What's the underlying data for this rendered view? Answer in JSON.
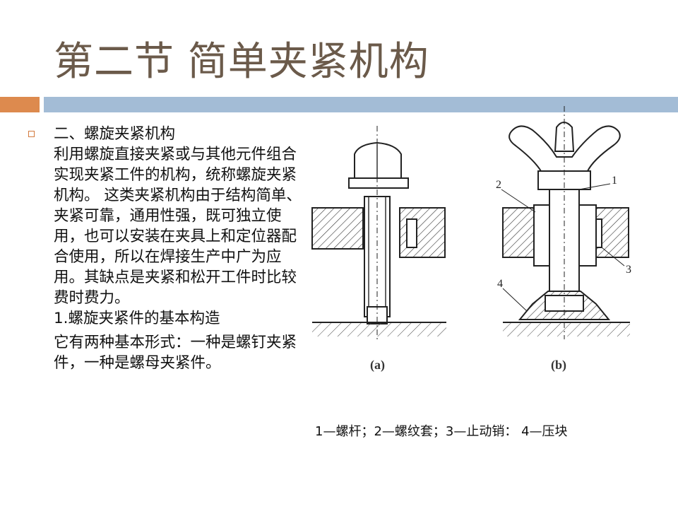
{
  "title": "第二节  简单夹紧机构",
  "content": {
    "heading": "二、螺旋夹紧机构",
    "paragraph1": "利用螺旋直接夹紧或与其他元件组合实现夹紧工件的机构，统称螺旋夹紧机构。 这类夹紧机构由于结构简单、夹紧可靠，通用性强，既可独立使用，也可以安装在夹具上和定位器配合使用，所以在焊接生产中广为应用。其缺点是夹紧和松开工件时比较费时费力。",
    "subheading": "1.螺旋夹紧件的基本构造",
    "paragraph2": "它有两种基本形式：一种是螺钉夹紧件，一种是螺母夹紧件。"
  },
  "figure": {
    "label_a": "(a)",
    "label_b": "(b)",
    "callouts": [
      "1",
      "2",
      "3",
      "4"
    ],
    "caption": "1—螺杆；2—螺纹套；3—止动销： 4—压块"
  },
  "colors": {
    "title": "#6b5a4a",
    "accent_orange": "#dd8a4e",
    "accent_blue": "#a3bcd6"
  }
}
